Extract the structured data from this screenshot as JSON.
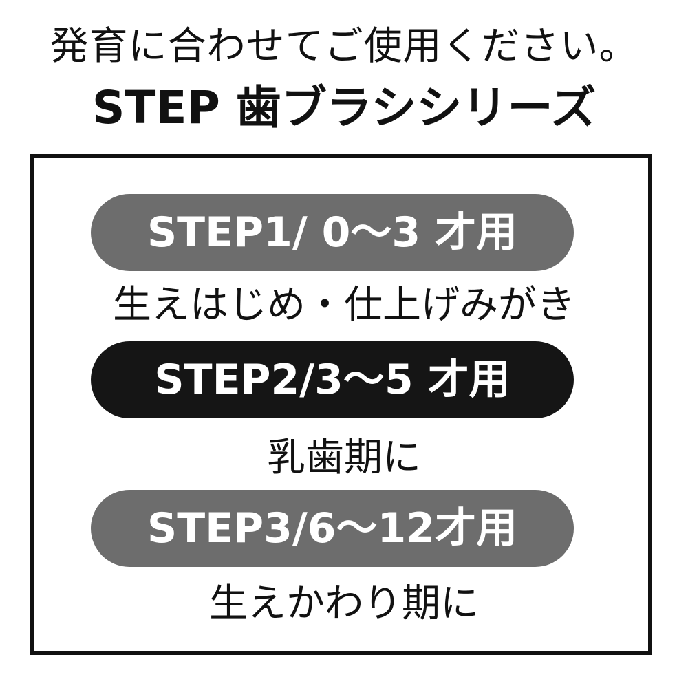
{
  "header": {
    "line1": "発育に合わせてご使用ください。",
    "line2": "STEP 歯ブラシシリーズ"
  },
  "steps": [
    {
      "label": "STEP1/ 0～3 才用",
      "description": "生えはじめ・仕上げみがき",
      "color": "#6d6d6d"
    },
    {
      "label": "STEP2/3～5 才用",
      "description": "乳歯期に",
      "color": "#151515"
    },
    {
      "label": "STEP3/6～12才用",
      "description": "生えかわり期に",
      "color": "#6d6d6d"
    }
  ]
}
